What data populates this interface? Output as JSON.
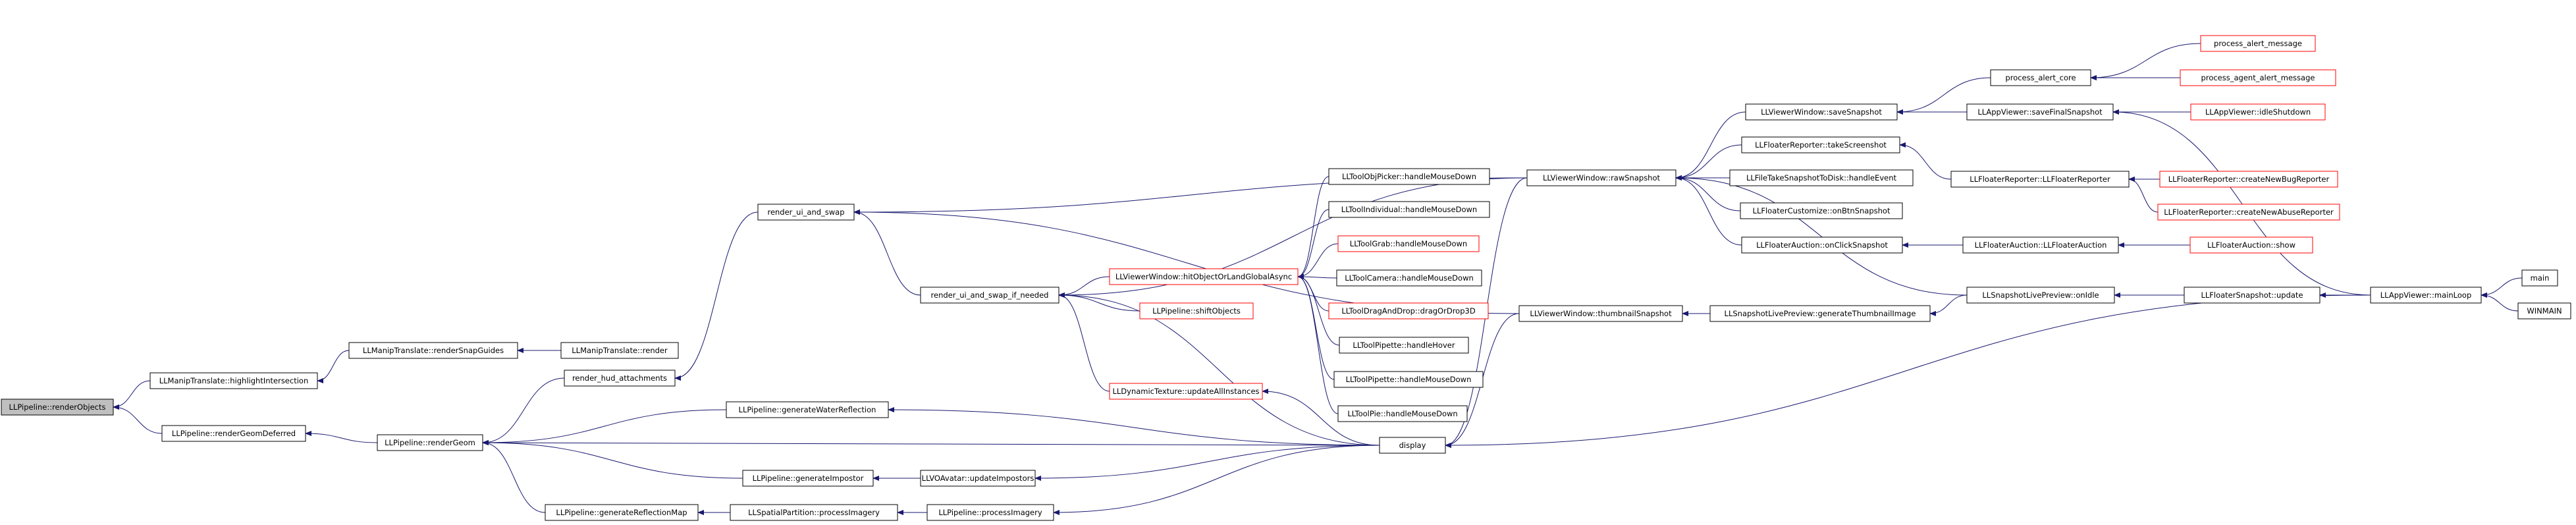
{
  "colors": {
    "edge": "#191970",
    "node_border": "#000000",
    "node_border_truncated": "#ff0000",
    "root_fill": "#bfbfbf",
    "node_fill": "#ffffff"
  },
  "nodes": [
    {
      "id": "n0",
      "label": "LLPipeline::renderObjects",
      "root": true
    },
    {
      "id": "n1",
      "label": "LLManipTranslate::highlightIntersection"
    },
    {
      "id": "n2",
      "label": "LLPipeline::renderGeomDeferred"
    },
    {
      "id": "n3",
      "label": "LLManipTranslate::renderSnapGuides"
    },
    {
      "id": "n4",
      "label": "LLPipeline::renderGeom"
    },
    {
      "id": "n5",
      "label": "LLManipTranslate::render"
    },
    {
      "id": "n6",
      "label": "render_hud_attachments"
    },
    {
      "id": "n7",
      "label": "LLPipeline::generateWaterReflection"
    },
    {
      "id": "n8",
      "label": "LLPipeline::generateImpostor"
    },
    {
      "id": "n9",
      "label": "LLPipeline::generateReflectionMap"
    },
    {
      "id": "n10",
      "label": "render_ui_and_swap"
    },
    {
      "id": "n11",
      "label": "LLVOAvatar::updateImpostors"
    },
    {
      "id": "n12",
      "label": "LLSpatialPartition::processImagery"
    },
    {
      "id": "n13",
      "label": "render_ui_and_swap_if_needed"
    },
    {
      "id": "n14",
      "label": "LLPipeline::processImagery"
    },
    {
      "id": "n15",
      "label": "LLViewerWindow::hitObjectOrLandGlobalAsync",
      "truncated": true
    },
    {
      "id": "n16",
      "label": "LLPipeline::shiftObjects",
      "truncated": true
    },
    {
      "id": "n17",
      "label": "LLDynamicTexture::updateAllInstances",
      "truncated": true
    },
    {
      "id": "n18",
      "label": "LLToolObjPicker::handleMouseDown"
    },
    {
      "id": "n19",
      "label": "LLToolIndividual::handleMouseDown"
    },
    {
      "id": "n20",
      "label": "LLToolGrab::handleMouseDown",
      "truncated": true
    },
    {
      "id": "n21",
      "label": "LLToolCamera::handleMouseDown"
    },
    {
      "id": "n22",
      "label": "LLToolDragAndDrop::dragOrDrop3D",
      "truncated": true
    },
    {
      "id": "n23",
      "label": "LLToolPipette::handleHover"
    },
    {
      "id": "n24",
      "label": "LLToolPipette::handleMouseDown"
    },
    {
      "id": "n25",
      "label": "LLToolPie::handleMouseDown"
    },
    {
      "id": "n26",
      "label": "display"
    },
    {
      "id": "n27",
      "label": "LLViewerWindow::rawSnapshot"
    },
    {
      "id": "n28",
      "label": "LLViewerWindow::thumbnailSnapshot"
    },
    {
      "id": "n29",
      "label": "LLViewerWindow::saveSnapshot"
    },
    {
      "id": "n30",
      "label": "LLFloaterReporter::takeScreenshot"
    },
    {
      "id": "n31",
      "label": "LLFileTakeSnapshotToDisk::handleEvent"
    },
    {
      "id": "n32",
      "label": "LLFloaterCustomize::onBtnSnapshot"
    },
    {
      "id": "n33",
      "label": "LLFloaterAuction::onClickSnapshot"
    },
    {
      "id": "n34",
      "label": "LLSnapshotLivePreview::generateThumbnailImage"
    },
    {
      "id": "n35",
      "label": "process_alert_core"
    },
    {
      "id": "n36",
      "label": "LLAppViewer::saveFinalSnapshot"
    },
    {
      "id": "n37",
      "label": "LLFloaterReporter::LLFloaterReporter"
    },
    {
      "id": "n38",
      "label": "LLFloaterAuction::LLFloaterAuction"
    },
    {
      "id": "n39",
      "label": "LLSnapshotLivePreview::onIdle"
    },
    {
      "id": "n40",
      "label": "process_alert_message",
      "truncated": true
    },
    {
      "id": "n41",
      "label": "process_agent_alert_message",
      "truncated": true
    },
    {
      "id": "n42",
      "label": "LLAppViewer::idleShutdown",
      "truncated": true
    },
    {
      "id": "n43",
      "label": "LLFloaterReporter::createNewBugReporter",
      "truncated": true
    },
    {
      "id": "n44",
      "label": "LLFloaterReporter::createNewAbuseReporter",
      "truncated": true
    },
    {
      "id": "n45",
      "label": "LLFloaterAuction::show",
      "truncated": true
    },
    {
      "id": "n46",
      "label": "LLFloaterSnapshot::update"
    },
    {
      "id": "n47",
      "label": "LLAppViewer::mainLoop"
    },
    {
      "id": "n48",
      "label": "main"
    },
    {
      "id": "n49",
      "label": "WINMAIN"
    }
  ],
  "edges": [
    {
      "from": "n1",
      "to": "n0"
    },
    {
      "from": "n2",
      "to": "n0"
    },
    {
      "from": "n3",
      "to": "n1"
    },
    {
      "from": "n4",
      "to": "n2"
    },
    {
      "from": "n5",
      "to": "n3"
    },
    {
      "from": "n6",
      "to": "n4"
    },
    {
      "from": "n7",
      "to": "n4"
    },
    {
      "from": "n8",
      "to": "n4"
    },
    {
      "from": "n9",
      "to": "n4"
    },
    {
      "from": "n26",
      "to": "n4"
    },
    {
      "from": "n10",
      "to": "n6"
    },
    {
      "from": "n26",
      "to": "n7"
    },
    {
      "from": "n11",
      "to": "n8"
    },
    {
      "from": "n12",
      "to": "n9"
    },
    {
      "from": "n13",
      "to": "n10"
    },
    {
      "from": "n27",
      "to": "n10"
    },
    {
      "from": "n28",
      "to": "n10"
    },
    {
      "from": "n26",
      "to": "n11"
    },
    {
      "from": "n14",
      "to": "n12"
    },
    {
      "from": "n26",
      "to": "n14"
    },
    {
      "from": "n15",
      "to": "n13"
    },
    {
      "from": "n16",
      "to": "n13"
    },
    {
      "from": "n17",
      "to": "n13"
    },
    {
      "from": "n26",
      "to": "n13"
    },
    {
      "from": "n27",
      "to": "n13"
    },
    {
      "from": "n26",
      "to": "n17"
    },
    {
      "from": "n18",
      "to": "n15"
    },
    {
      "from": "n19",
      "to": "n15"
    },
    {
      "from": "n20",
      "to": "n15"
    },
    {
      "from": "n21",
      "to": "n15"
    },
    {
      "from": "n22",
      "to": "n15"
    },
    {
      "from": "n23",
      "to": "n15"
    },
    {
      "from": "n24",
      "to": "n15"
    },
    {
      "from": "n25",
      "to": "n15"
    },
    {
      "from": "n27",
      "to": "n26"
    },
    {
      "from": "n28",
      "to": "n26"
    },
    {
      "from": "n47",
      "to": "n26"
    },
    {
      "from": "n29",
      "to": "n27"
    },
    {
      "from": "n30",
      "to": "n27"
    },
    {
      "from": "n31",
      "to": "n27"
    },
    {
      "from": "n32",
      "to": "n27"
    },
    {
      "from": "n33",
      "to": "n27"
    },
    {
      "from": "n39",
      "to": "n27"
    },
    {
      "from": "n34",
      "to": "n28"
    },
    {
      "from": "n35",
      "to": "n29"
    },
    {
      "from": "n36",
      "to": "n29"
    },
    {
      "from": "n37",
      "to": "n30"
    },
    {
      "from": "n38",
      "to": "n33"
    },
    {
      "from": "n39",
      "to": "n34"
    },
    {
      "from": "n40",
      "to": "n35"
    },
    {
      "from": "n41",
      "to": "n35"
    },
    {
      "from": "n42",
      "to": "n36"
    },
    {
      "from": "n47",
      "to": "n36"
    },
    {
      "from": "n43",
      "to": "n37"
    },
    {
      "from": "n44",
      "to": "n37"
    },
    {
      "from": "n45",
      "to": "n38"
    },
    {
      "from": "n46",
      "to": "n39"
    },
    {
      "from": "n47",
      "to": "n46"
    },
    {
      "from": "n48",
      "to": "n47"
    },
    {
      "from": "n49",
      "to": "n47"
    }
  ]
}
